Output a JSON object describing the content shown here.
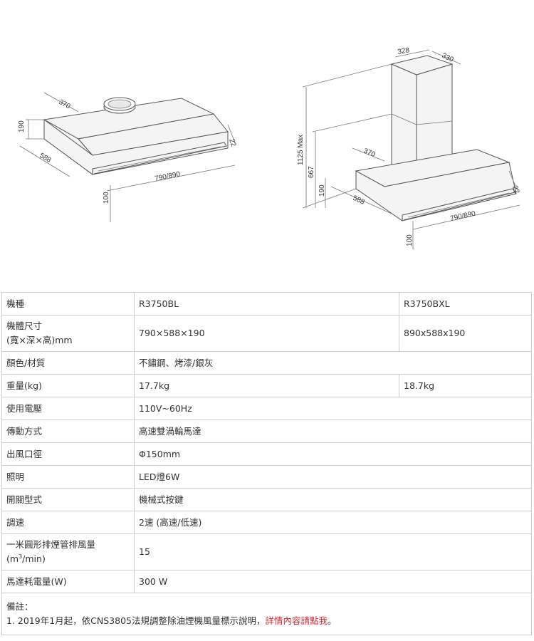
{
  "diagram_left": {
    "dims": {
      "width": "790/890",
      "depth": "588",
      "height": "190",
      "rear": "370",
      "edge": "22",
      "bottom": "100"
    }
  },
  "diagram_right": {
    "dims": {
      "chimney_w": "328",
      "chimney_d": "330",
      "max_h": "1125 Max",
      "min_h": "667",
      "height": "190",
      "rear": "370",
      "depth": "588",
      "edge": "22",
      "width": "790/890",
      "bottom": "100"
    }
  },
  "specs": {
    "rows": [
      {
        "label": "機種",
        "v1": "R3750BL",
        "v2": "R3750BXL"
      },
      {
        "label_line1": "機體尺寸",
        "label_line2": "(寬×深×高)mm",
        "v1": "790×588×190",
        "v2": "890x588x190"
      },
      {
        "label": "顏色/材質",
        "v": "不鏽鋼、烤漆/銀灰"
      },
      {
        "label": "重量(kg)",
        "v1": "17.7kg",
        "v2": "18.7kg"
      },
      {
        "label": "使用電壓",
        "v": "110V~60Hz"
      },
      {
        "label": "傳動方式",
        "v": "高速雙渦輪馬達"
      },
      {
        "label": "出風口徑",
        "v": "Φ150mm"
      },
      {
        "label": "照明",
        "v": "LED燈6W"
      },
      {
        "label": "開關型式",
        "v": "機械式按鍵"
      },
      {
        "label": "調速",
        "v": "2速 (高速/低速)"
      },
      {
        "label_line1": "一米圓形排煙管排風量",
        "label_unit_a": "(m",
        "label_unit_sup": "3",
        "label_unit_b": "/min)",
        "v": "15"
      },
      {
        "label": "馬達耗電量(W)",
        "v": "300 W"
      }
    ],
    "notes": {
      "title": "備註：",
      "text": "1. 2019年1月起，依CNS3805法規調整除油煙機風量標示說明，",
      "link": "詳情內容請點我",
      "end": "。"
    }
  }
}
